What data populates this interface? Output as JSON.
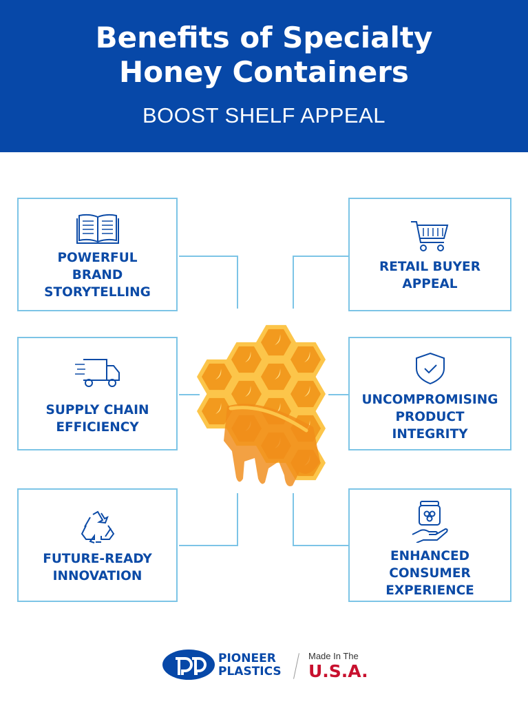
{
  "header": {
    "title": "Benefits of Specialty Honey Containers",
    "title_line1": "Benefits of Specialty",
    "title_line2": "Honey Containers",
    "subtitle": "BOOST SHELF APPEAL"
  },
  "benefits": [
    {
      "label": "POWERFUL\nBRAND\nSTORYTELLING",
      "icon": "book-icon"
    },
    {
      "label": "RETAIL BUYER\nAPPEAL",
      "icon": "shopping-cart-icon"
    },
    {
      "label": "SUPPLY CHAIN\nEFFICIENCY",
      "icon": "delivery-truck-icon"
    },
    {
      "label": "UNCOMPROMISING\nPRODUCT\nINTEGRITY",
      "icon": "shield-check-icon"
    },
    {
      "label": "FUTURE-READY\nINNOVATION",
      "icon": "recycle-icon"
    },
    {
      "label": "ENHANCED\nCONSUMER\nEXPERIENCE",
      "icon": "honey-jar-hand-icon"
    }
  ],
  "footer": {
    "brand_line1": "PIONEER",
    "brand_line2": "PLASTICS",
    "made_in": "Made In The",
    "country": "U.S.A."
  },
  "colors": {
    "header_bg": "#0748a8",
    "accent": "#0b4aa6",
    "border": "#7cc4e6",
    "honey": "#f6a623",
    "usa_red": "#c8102e"
  }
}
